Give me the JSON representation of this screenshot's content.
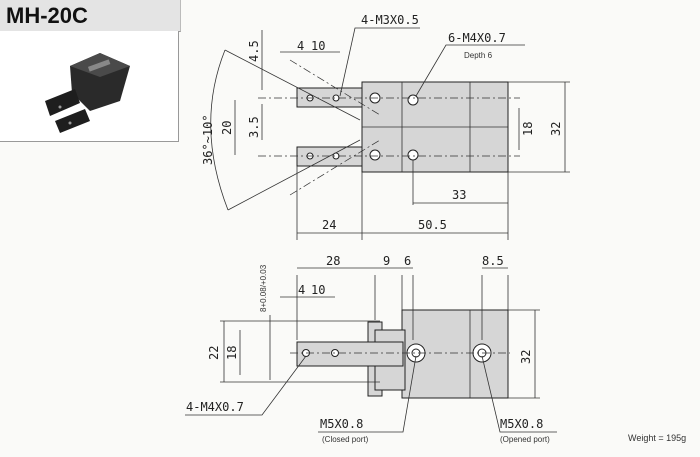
{
  "title": "MH-20C",
  "weight": "Weight = 195g",
  "top_view": {
    "angle": "36°~10°",
    "dim_4_5": "4.5",
    "dim_3_5": "3.5",
    "dim_20": "20",
    "dim_4": "4",
    "dim_10": "10",
    "thread_label_1": "4-M3X0.5",
    "thread_label_2": "6-M4X0.7",
    "depth_label": "Depth 6",
    "dim_18": "18",
    "dim_32": "32",
    "dim_33": "33",
    "dim_24": "24",
    "dim_50_5": "50.5"
  },
  "side_view": {
    "dim_28": "28",
    "dim_9": "9",
    "dim_6": "6",
    "dim_8_5": "8.5",
    "dim_4": "4",
    "dim_10": "10",
    "tolerance": "8+0.08/+0.03",
    "dim_22": "22",
    "dim_18": "18",
    "dim_32": "32",
    "thread_label": "4-M4X0.7",
    "closed_port": "M5X0.8",
    "closed_port_note": "(Closed port)",
    "opened_port": "M5X0.8",
    "opened_port_note": "(Opened port)"
  }
}
